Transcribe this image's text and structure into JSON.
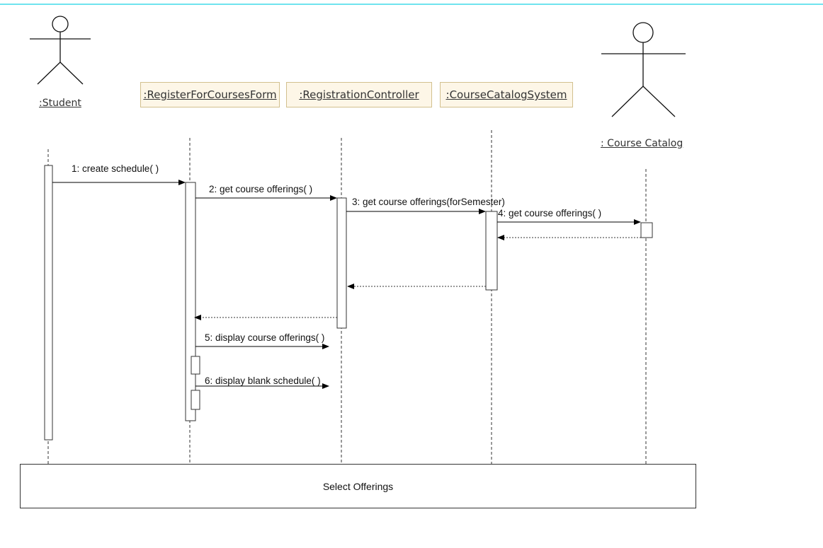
{
  "lifelines": [
    {
      "id": "student",
      "label": ":Student",
      "kind": "actor"
    },
    {
      "id": "form",
      "label": ":RegisterForCoursesForm",
      "kind": "object"
    },
    {
      "id": "controller",
      "label": ":RegistrationController",
      "kind": "object"
    },
    {
      "id": "catalog_system",
      "label": ":CourseCatalogSystem",
      "kind": "object"
    },
    {
      "id": "course_catalog",
      "label": " : Course Catalog ",
      "kind": "actor"
    }
  ],
  "messages": [
    {
      "label": "1: create schedule( )",
      "from": "student",
      "to": "form",
      "type": "call"
    },
    {
      "label": "2: get course offerings( )",
      "from": "form",
      "to": "controller",
      "type": "call"
    },
    {
      "label": "3: get course offerings(forSemester)",
      "from": "controller",
      "to": "catalog_system",
      "type": "call"
    },
    {
      "label": "4: get course offerings( )",
      "from": "catalog_system",
      "to": "course_catalog",
      "type": "call"
    },
    {
      "label": "",
      "from": "course_catalog",
      "to": "catalog_system",
      "type": "return"
    },
    {
      "label": "",
      "from": "catalog_system",
      "to": "controller",
      "type": "return"
    },
    {
      "label": "",
      "from": "controller",
      "to": "form",
      "type": "return"
    },
    {
      "label": "5: display course offerings( )",
      "from": "form",
      "to": "controller",
      "type": "call"
    },
    {
      "label": "6: display blank schedule( )",
      "from": "form",
      "to": "controller",
      "type": "call"
    }
  ],
  "frame": {
    "label": "Select Offerings"
  },
  "colors": {
    "topline": "#6fe3ef",
    "object_fill": "#fdf6e7",
    "object_border": "#d2c08e"
  }
}
